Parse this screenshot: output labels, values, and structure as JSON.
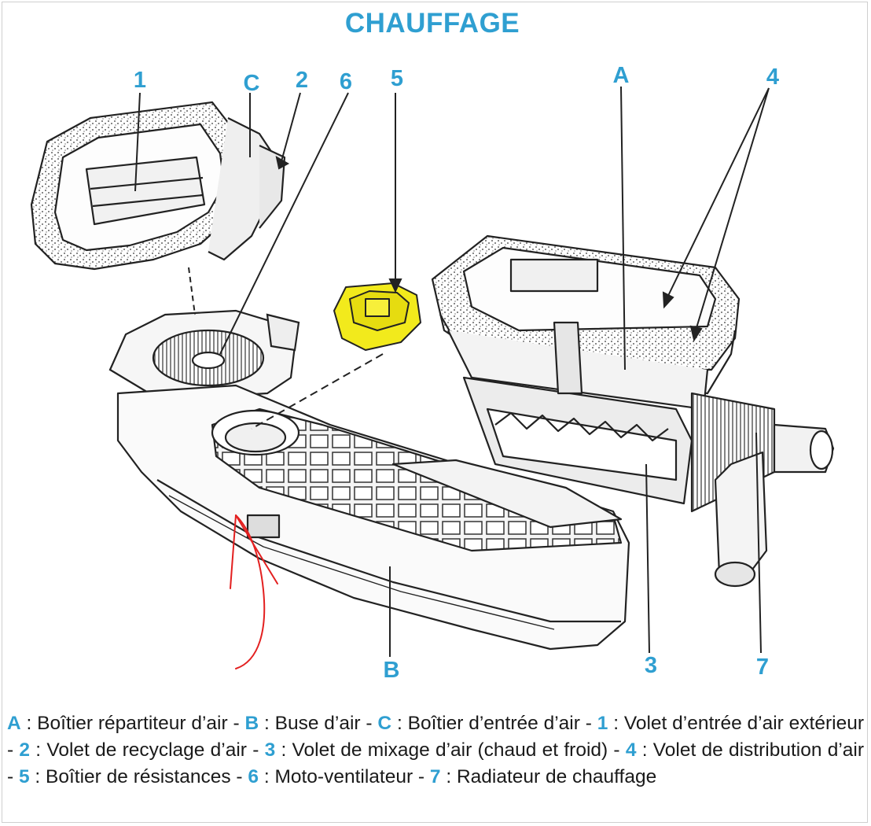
{
  "title": "CHAUFFAGE",
  "colors": {
    "accent": "#2f9fd1",
    "text": "#1a1a1a",
    "line": "#222222",
    "highlight": "#f2ea1c",
    "annotation": "#e32020"
  },
  "callouts": {
    "n1": "1",
    "c": "C",
    "n2": "2",
    "n6": "6",
    "n5": "5",
    "a": "A",
    "n4": "4",
    "b": "B",
    "n3": "3",
    "n7": "7"
  },
  "legend": [
    {
      "key": "A",
      "text": " : Boîtier répartiteur d’air - "
    },
    {
      "key": "B",
      "text": " : Buse d’air - "
    },
    {
      "key": "C",
      "text": " : Boîtier d’entrée d’air - "
    },
    {
      "key": "1",
      "text": " : Volet d’entrée d’air extérieur - "
    },
    {
      "key": "2",
      "text": " : Volet de recyclage d’air - "
    },
    {
      "key": "3",
      "text": " : Volet de mixage d’air (chaud et froid) - "
    },
    {
      "key": "4",
      "text": " : Volet de distribution d’air - "
    },
    {
      "key": "5",
      "text": " : Boîtier de résistances - "
    },
    {
      "key": "6",
      "text": " : Moto-ventilateur - "
    },
    {
      "key": "7",
      "text": " : Radiateur de chauffage"
    }
  ]
}
